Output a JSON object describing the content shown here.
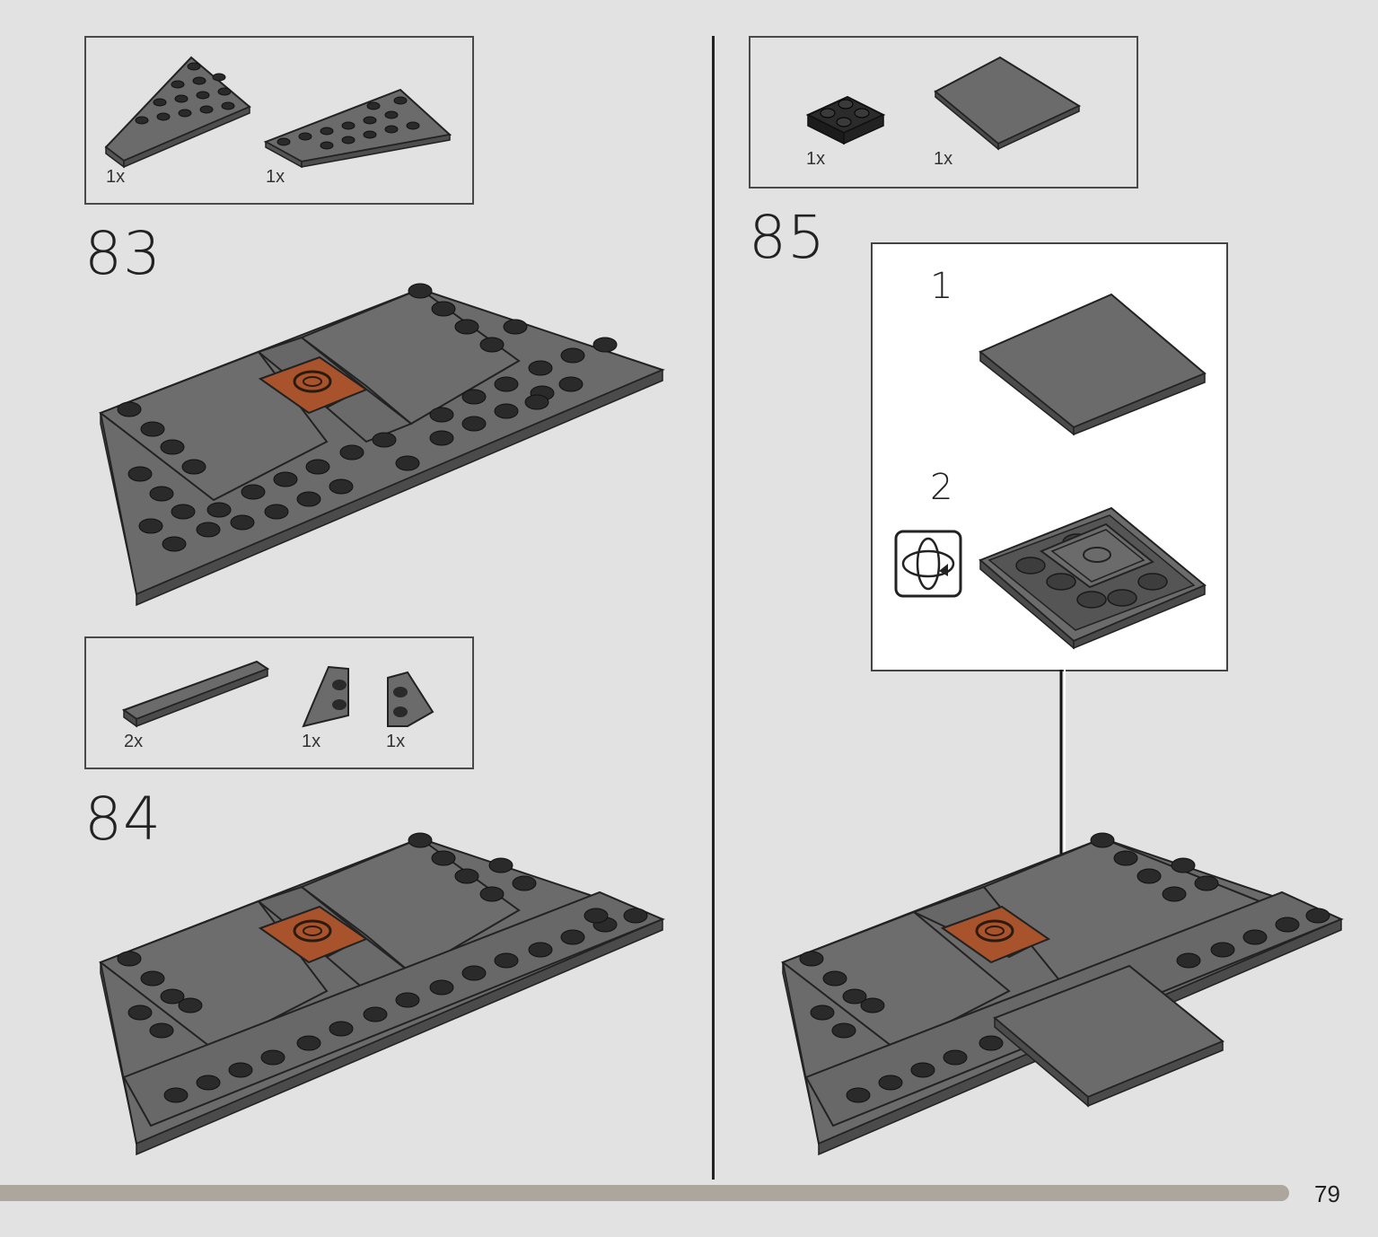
{
  "page_number": "79",
  "steps": [
    {
      "number": "83",
      "parts": [
        {
          "count": "1x",
          "part": "wedge-plate-left"
        },
        {
          "count": "1x",
          "part": "wedge-plate-right"
        }
      ]
    },
    {
      "number": "84",
      "parts": [
        {
          "count": "2x",
          "part": "tile-1x6"
        },
        {
          "count": "1x",
          "part": "wedge-plate-small-left"
        },
        {
          "count": "1x",
          "part": "wedge-plate-small-right"
        }
      ]
    },
    {
      "number": "85",
      "parts": [
        {
          "count": "1x",
          "part": "plate-2x2-black"
        },
        {
          "count": "1x",
          "part": "tile-4x4"
        }
      ],
      "substeps": [
        {
          "number": "1"
        },
        {
          "number": "2"
        }
      ]
    }
  ],
  "icons": {
    "rotate": "rotate-model-icon",
    "arrow": "down-arrow-icon"
  },
  "colors": {
    "background": "#e2e2e2",
    "brick_gray": "#6b6b6b",
    "brick_dark": "#2b2b2b",
    "accent_orange": "#a8532b",
    "progress_bar": "#aca69d"
  },
  "progress": 0.935
}
